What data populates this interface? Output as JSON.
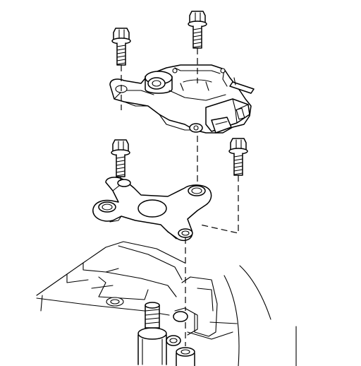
{
  "figure": {
    "kind": "exploded-assembly-line-drawing",
    "ink_color": "#000000",
    "background_color": "#ffffff",
    "has_text_labels": false
  },
  "parts": [
    {
      "id": "bolt",
      "count": 4
    },
    {
      "id": "switch-assembly",
      "count": 1
    },
    {
      "id": "mounting-bracket",
      "count": 1
    },
    {
      "id": "transmission-case",
      "count": 1
    }
  ]
}
